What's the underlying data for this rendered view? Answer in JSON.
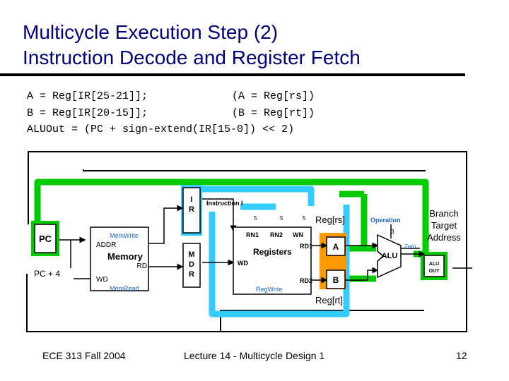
{
  "slide": {
    "title_line1": "Multicycle Execution Step (2)",
    "title_line2": "Instruction Decode and Register Fetch",
    "code": [
      {
        "left": "A = Reg[IR[25-21]];",
        "right": "(A = Reg[rs])"
      },
      {
        "left": "B = Reg[IR[20-15]];",
        "right": "(B = Reg[rt])"
      },
      {
        "left": "ALUOut = (PC + sign-extend(IR[15-0]) << 2)",
        "right": ""
      }
    ],
    "footer": {
      "left": "ECE 313 Fall 2004",
      "center": "Lecture 14 - Multicycle Design 1",
      "page": "12"
    }
  },
  "diagram": {
    "pc": "PC",
    "memory": {
      "name": "Memory",
      "addr": "ADDR",
      "rd": "RD",
      "wd": "WD",
      "memwrite": "MemWrite",
      "memread": "MemRead"
    },
    "ir": {
      "i": "I",
      "r": "R",
      "label": "Instruction I"
    },
    "mdr": {
      "m": "M",
      "d": "D",
      "r": "R"
    },
    "registers": {
      "name": "Registers",
      "rn1": "RN1",
      "rn2": "RN2",
      "wn": "WN",
      "rd1": "RD1",
      "rd2": "RD2",
      "wd": "WD",
      "regwrite": "RegWrite",
      "five_1": "5",
      "five_2": "5",
      "five_3": "5"
    },
    "a_reg": "A",
    "b_reg": "B",
    "alu": {
      "name": "ALU",
      "operation": "Operation",
      "three": "3",
      "zero": "Zero"
    },
    "aluout": {
      "line1": "ALU",
      "line2": "OUT"
    },
    "annotations": {
      "regrs": "Reg[rs]",
      "regrt": "Reg[rt]",
      "pc_plus4": "PC + 4",
      "branch_line1": "Branch",
      "branch_line2": "Target",
      "branch_line3": "Address"
    },
    "colors": {
      "green": "#00cc00",
      "cyan": "#33ccff",
      "orange": "#ff9900",
      "box": "#ffffff",
      "wire": "#000000",
      "blue": "#1a66cc"
    }
  }
}
